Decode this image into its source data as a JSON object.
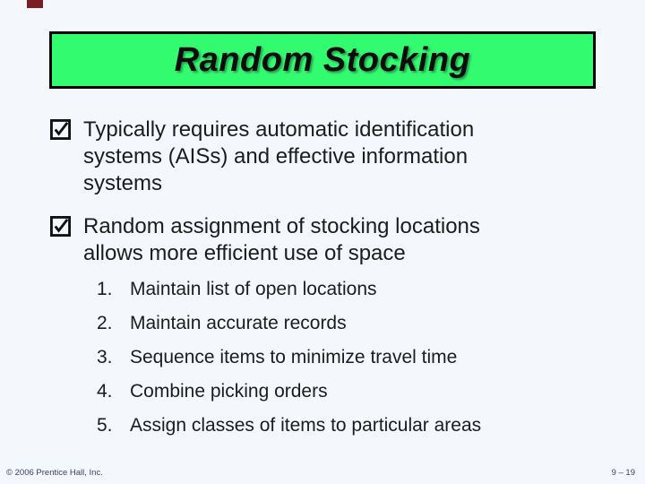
{
  "slide": {
    "title": "Random Stocking",
    "bullets": [
      {
        "text": "Typically requires automatic identification systems (AISs) and effective information systems"
      },
      {
        "text": "Random assignment of stocking locations allows more efficient use of space"
      }
    ],
    "numbered_items": [
      {
        "number": "1.",
        "text": "Maintain list of open locations"
      },
      {
        "number": "2.",
        "text": "Maintain accurate records"
      },
      {
        "number": "3.",
        "text": "Sequence items to minimize travel time"
      },
      {
        "number": "4.",
        "text": "Combine picking orders"
      },
      {
        "number": "5.",
        "text": "Assign classes of items to particular areas"
      }
    ],
    "footer": {
      "copyright": "© 2006 Prentice Hall, Inc.",
      "page": "9 – 19"
    },
    "icons": {
      "bullet_checkbox": "checked-checkbox"
    },
    "colors": {
      "banner_green": "#33FB70",
      "background": "#F4F8FC",
      "body_text": "#1C1C1C",
      "footer_text": "#3C3C6E",
      "corner_accent_red": "#7A1D26"
    }
  }
}
